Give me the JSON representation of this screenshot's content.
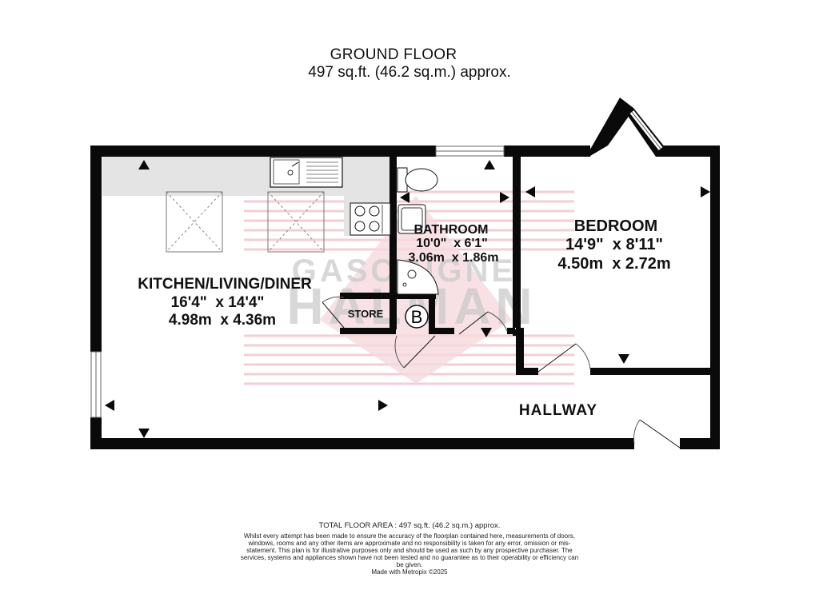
{
  "header": {
    "floor_name": "GROUND FLOOR",
    "floor_area": "497 sq.ft. (46.2 sq.m.) approx."
  },
  "watermark": {
    "line1": "GASCOIGNE",
    "line2": "HALMAN",
    "color": "#e8a0a8"
  },
  "rooms": [
    {
      "name": "KITCHEN/LIVING/DINER",
      "imperial": "16'4\"  x 14'4\"",
      "metric": "4.98m  x 4.36m"
    },
    {
      "name": "BATHROOM",
      "imperial": "10'0\"  x 6'1\"",
      "metric": "3.06m  x 1.86m"
    },
    {
      "name": "BEDROOM",
      "imperial": "14'9\"  x 8'11\"",
      "metric": "4.50m  x 2.72m"
    },
    {
      "name": "STORE"
    },
    {
      "name": "HALLWAY"
    }
  ],
  "boiler_symbol": "B",
  "footer": {
    "total_area": "TOTAL FLOOR AREA : 497 sq.ft. (46.2 sq.m.) approx.",
    "disclaimer": "Whilst every attempt has been made to ensure the accuracy of the floorplan contained here, measurements of doors, windows, rooms and any other items are approximate and no responsibility is taken for any error, omission or mis-statement. This plan is for illustrative purposes only and should be used as such by any prospective purchaser. The services, systems and appliances shown have not been tested and no guarantee as to their operability or efficiency can be given.",
    "credit": "Made with Metropix ©2025"
  },
  "colors": {
    "wall": "#0a0a0a",
    "counter": "#e4e4e4",
    "stripe": "#f3cfd4"
  }
}
